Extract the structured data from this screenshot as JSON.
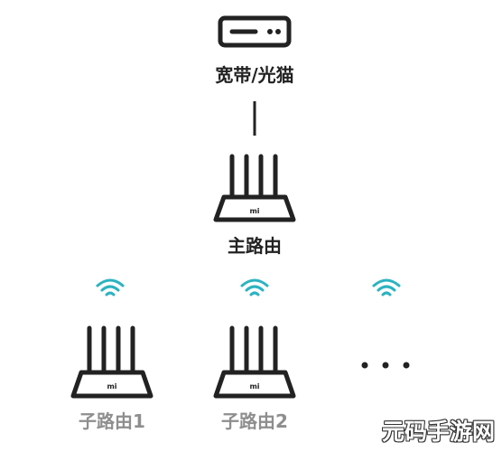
{
  "nodes": {
    "modem": {
      "label": "宽带/光猫",
      "icon": "modem-icon"
    },
    "main_router": {
      "label": "主路由",
      "icon": "router-icon",
      "logo": "mi"
    },
    "sub_router_1": {
      "label": "子路由1",
      "icon": "router-icon",
      "logo": "mi"
    },
    "sub_router_2": {
      "label": "子路由2",
      "icon": "router-icon",
      "logo": "mi"
    },
    "more": {
      "icon": "ellipsis-icon"
    }
  },
  "colors": {
    "stroke": "#222222",
    "wifi": "#2bb3c0",
    "sub_label": "#8e8e8e"
  },
  "watermark": "元码手游网"
}
